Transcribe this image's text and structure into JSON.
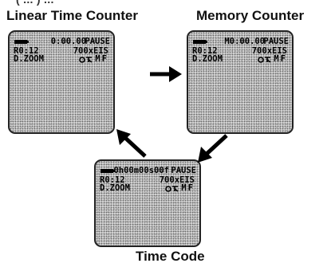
{
  "headings": {
    "linear": "Linear Time Counter",
    "memory": "Memory Counter",
    "timecode": "Time Code"
  },
  "screens": {
    "linear": {
      "counter": "0:00.00",
      "status": "PAUSE",
      "remaining": "R0:12",
      "zoom": "700xEIS",
      "dzoom": "D.ZOOM",
      "focus_icon": "focus-icon",
      "focus_label": "MF"
    },
    "memory": {
      "counter": "M0:00.00",
      "status": "PAUSE",
      "remaining": "R0:12",
      "zoom": "700xEIS",
      "dzoom": "D.ZOOM",
      "focus_icon": "focus-icon",
      "focus_label": "MF"
    },
    "timecode": {
      "counter": "0h00m00s00f",
      "status": "PAUSE",
      "remaining": "R0:12",
      "zoom": "700xEIS",
      "dzoom": "D.ZOOM",
      "focus_icon": "focus-icon",
      "focus_label": "MF"
    }
  },
  "top_fragment": "( ... ) ..."
}
